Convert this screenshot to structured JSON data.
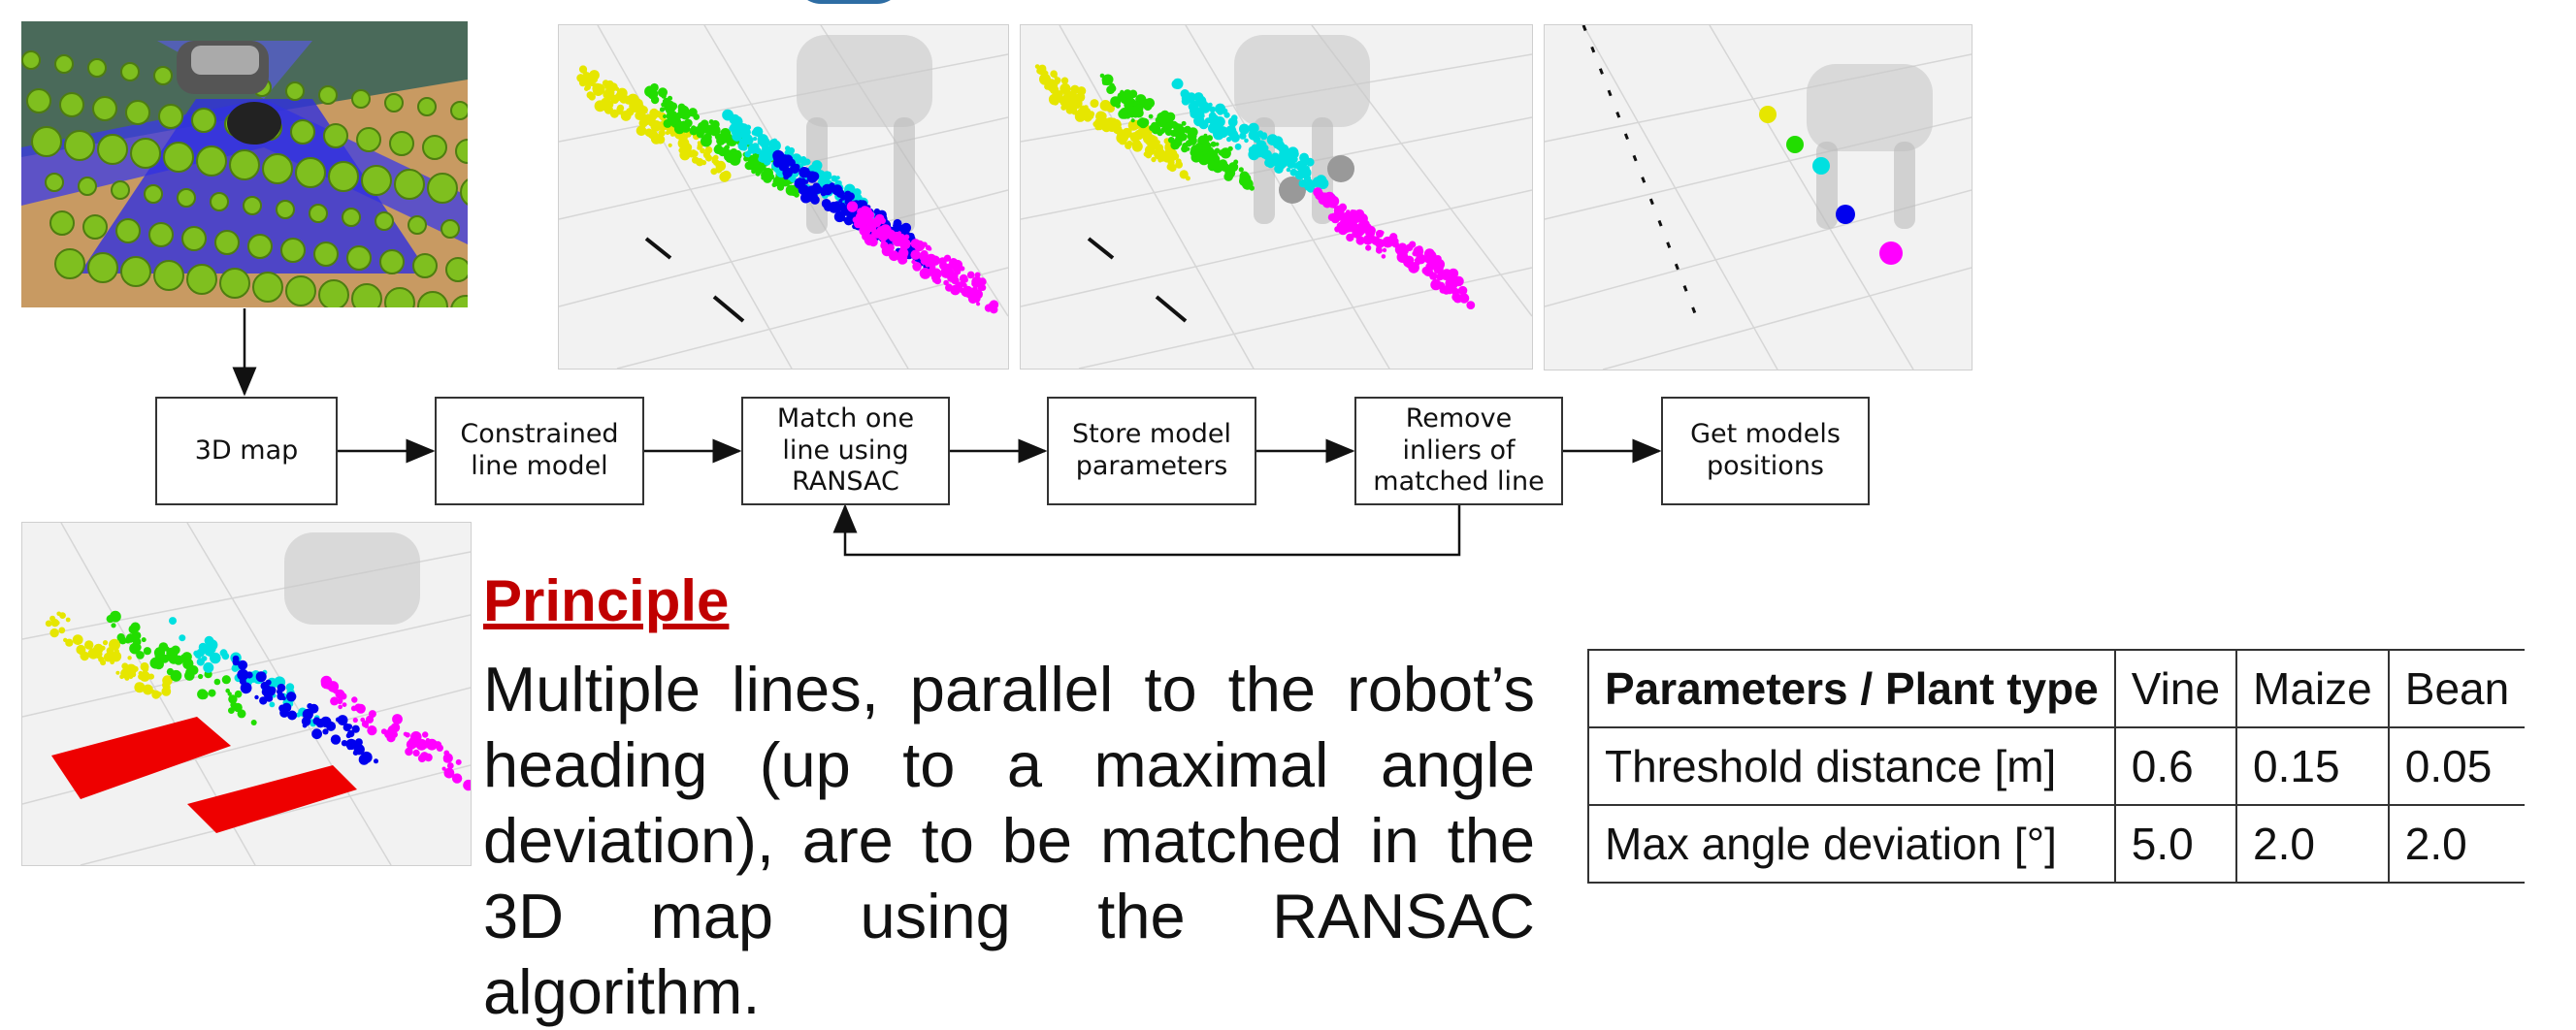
{
  "flow": {
    "steps": [
      "3D map",
      "Constrained\nline model",
      "Match one\nline using\nRANSAC",
      "Store model\nparameters",
      "Remove\ninliers of\nmatched line",
      "Get models\npositions"
    ]
  },
  "principle": {
    "heading": "Principle",
    "text": "Multiple lines, parallel to the robot’s heading (up to a maximal angle deviation), are to be matched in the 3D map using the RANSAC algorithm."
  },
  "table": {
    "header": [
      "Parameters / Plant type",
      "Vine",
      "Maize",
      "Bean"
    ],
    "rows": [
      [
        "Threshold distance [m]",
        "0.6",
        "0.15",
        "0.05"
      ],
      [
        "Max angle deviation [°]",
        "5.0",
        "2.0",
        "2.0"
      ]
    ]
  },
  "colors": {
    "heading": "#c00000",
    "clusters": [
      "#e6e600",
      "#22dd00",
      "#00e0e0",
      "#0000ee",
      "#ff00ff",
      "#ee0000"
    ],
    "sky_rays": "#3333ff",
    "plants": "#7fbf1f"
  }
}
